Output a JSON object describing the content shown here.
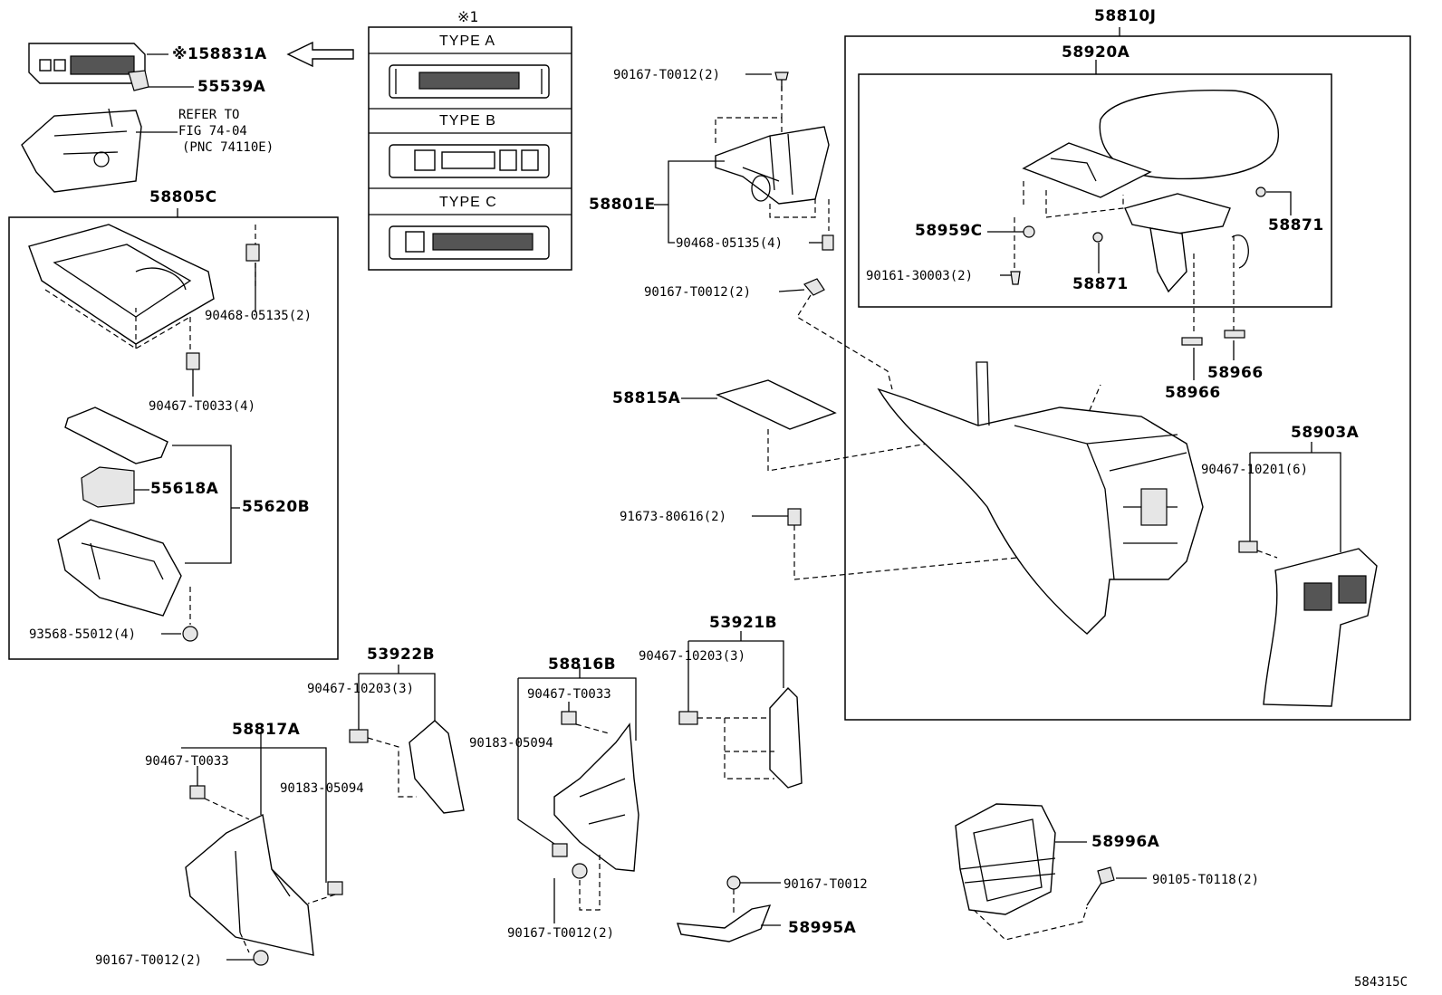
{
  "figure_id": "584315C",
  "type_box": {
    "mark": "※1",
    "types": [
      "TYPE A",
      "TYPE B",
      "TYPE C"
    ]
  },
  "callouts": {
    "p58831A": "※158831A",
    "p55539A": "55539A",
    "refer_line1": "REFER TO",
    "refer_line2": "FIG 74-04",
    "refer_line3": "(PNC 74110E)",
    "p58805C": "58805C",
    "p90468_2": "90468-05135(2)",
    "p90467_T0033_4": "90467-T0033(4)",
    "p55618A": "55618A",
    "p55620B": "55620B",
    "p93568": "93568-55012(4)",
    "p90167_top": "90167-T0012(2)",
    "p58801E": "58801E",
    "p90468_4": "90468-05135(4)",
    "p90167_mid": "90167-T0012(2)",
    "p58815A": "58815A",
    "p91673": "91673-80616(2)",
    "p58810J": "58810J",
    "p58920A": "58920A",
    "p58959C": "58959C",
    "p90161": "90161-30003(2)",
    "p58871_a": "58871",
    "p58871_b": "58871",
    "p58966_a": "58966",
    "p58966_b": "58966",
    "p58903A": "58903A",
    "p90467_10201": "90467-10201(6)",
    "p53922B": "53922B",
    "p90467_10203_a": "90467-10203(3)",
    "p58817A": "58817A",
    "p90467_T0033_a": "90467-T0033",
    "p90183_a": "90183-05094",
    "p90167_bl": "90167-T0012(2)",
    "p58816B": "58816B",
    "p90467_T0033_b": "90467-T0033",
    "p90183_b": "90183-05094",
    "p90167_bc": "90167-T0012(2)",
    "p53921B": "53921B",
    "p90467_10203_b": "90467-10203(3)",
    "p90167_single": "90167-T0012",
    "p58995A": "58995A",
    "p58996A": "58996A",
    "p90105": "90105-T0118(2)"
  }
}
